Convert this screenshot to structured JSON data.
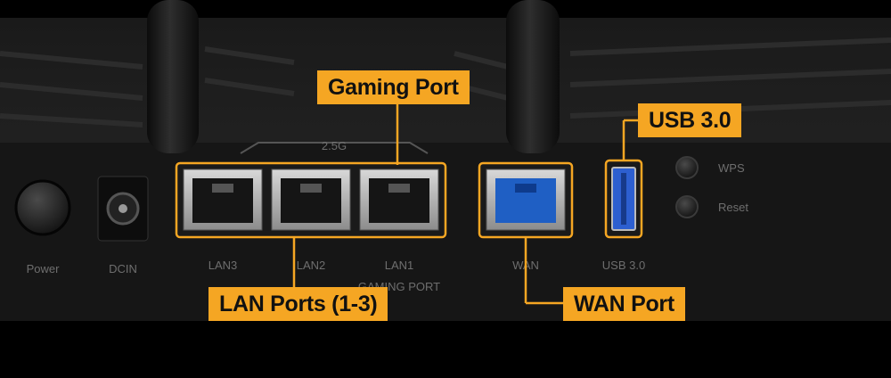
{
  "callouts": {
    "gaming_port": "Gaming Port",
    "usb": "USB 3.0",
    "lan_ports": "LAN Ports (1-3)",
    "wan_port": "WAN Port"
  },
  "silkscreen": {
    "power": "Power",
    "dcin": "DCIN",
    "lan3": "LAN3",
    "lan2": "LAN2",
    "lan1": "LAN1",
    "gaming_port": "GAMING PORT",
    "speed": "2.5G",
    "wan": "WAN",
    "usb": "USB 3.0",
    "wps": "WPS",
    "reset": "Reset"
  },
  "colors": {
    "accent": "#f5a623",
    "wan_blue": "#1f5fc4",
    "usb_blue": "#2d5fd0"
  }
}
